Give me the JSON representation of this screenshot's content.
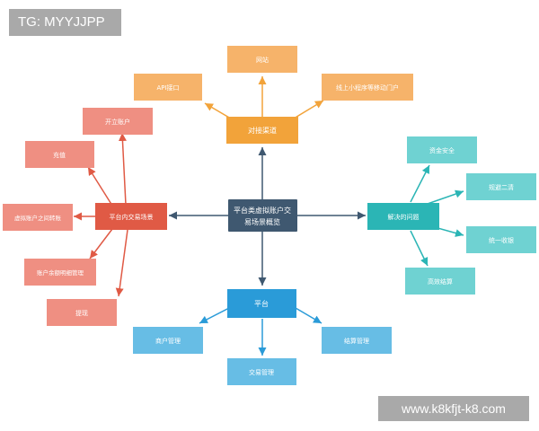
{
  "watermarks": {
    "top_left": "TG: MYYJJPP",
    "bottom_right": "www.k8kfjt-k8.com"
  },
  "colors": {
    "center": "#3f5870",
    "channel": "#f2a33a",
    "channel_leaf": "#f6b36a",
    "internal": "#e05a45",
    "internal_leaf": "#ef8f82",
    "problem": "#2bb5b5",
    "problem_leaf": "#6fd2d2",
    "platform": "#2a9bd8",
    "platform_leaf": "#67bde5"
  },
  "diagram": {
    "center": {
      "label": "平台类虚拟账户交易场景概览"
    },
    "channels": {
      "label": "对接渠道",
      "items": [
        "API接口",
        "网站",
        "线上小程序等移动门户"
      ]
    },
    "internal": {
      "label": "平台内交易场景",
      "items": [
        "开立账户",
        "充值",
        "虚拟账户之间转账",
        "账户余额明细管理",
        "提现"
      ]
    },
    "problems": {
      "label": "解决的问题",
      "items": [
        "资金安全",
        "规避二清",
        "统一收银",
        "高效结算"
      ]
    },
    "platform": {
      "label": "平台",
      "items": [
        "商户管理",
        "交易管理",
        "结算管理"
      ]
    }
  }
}
